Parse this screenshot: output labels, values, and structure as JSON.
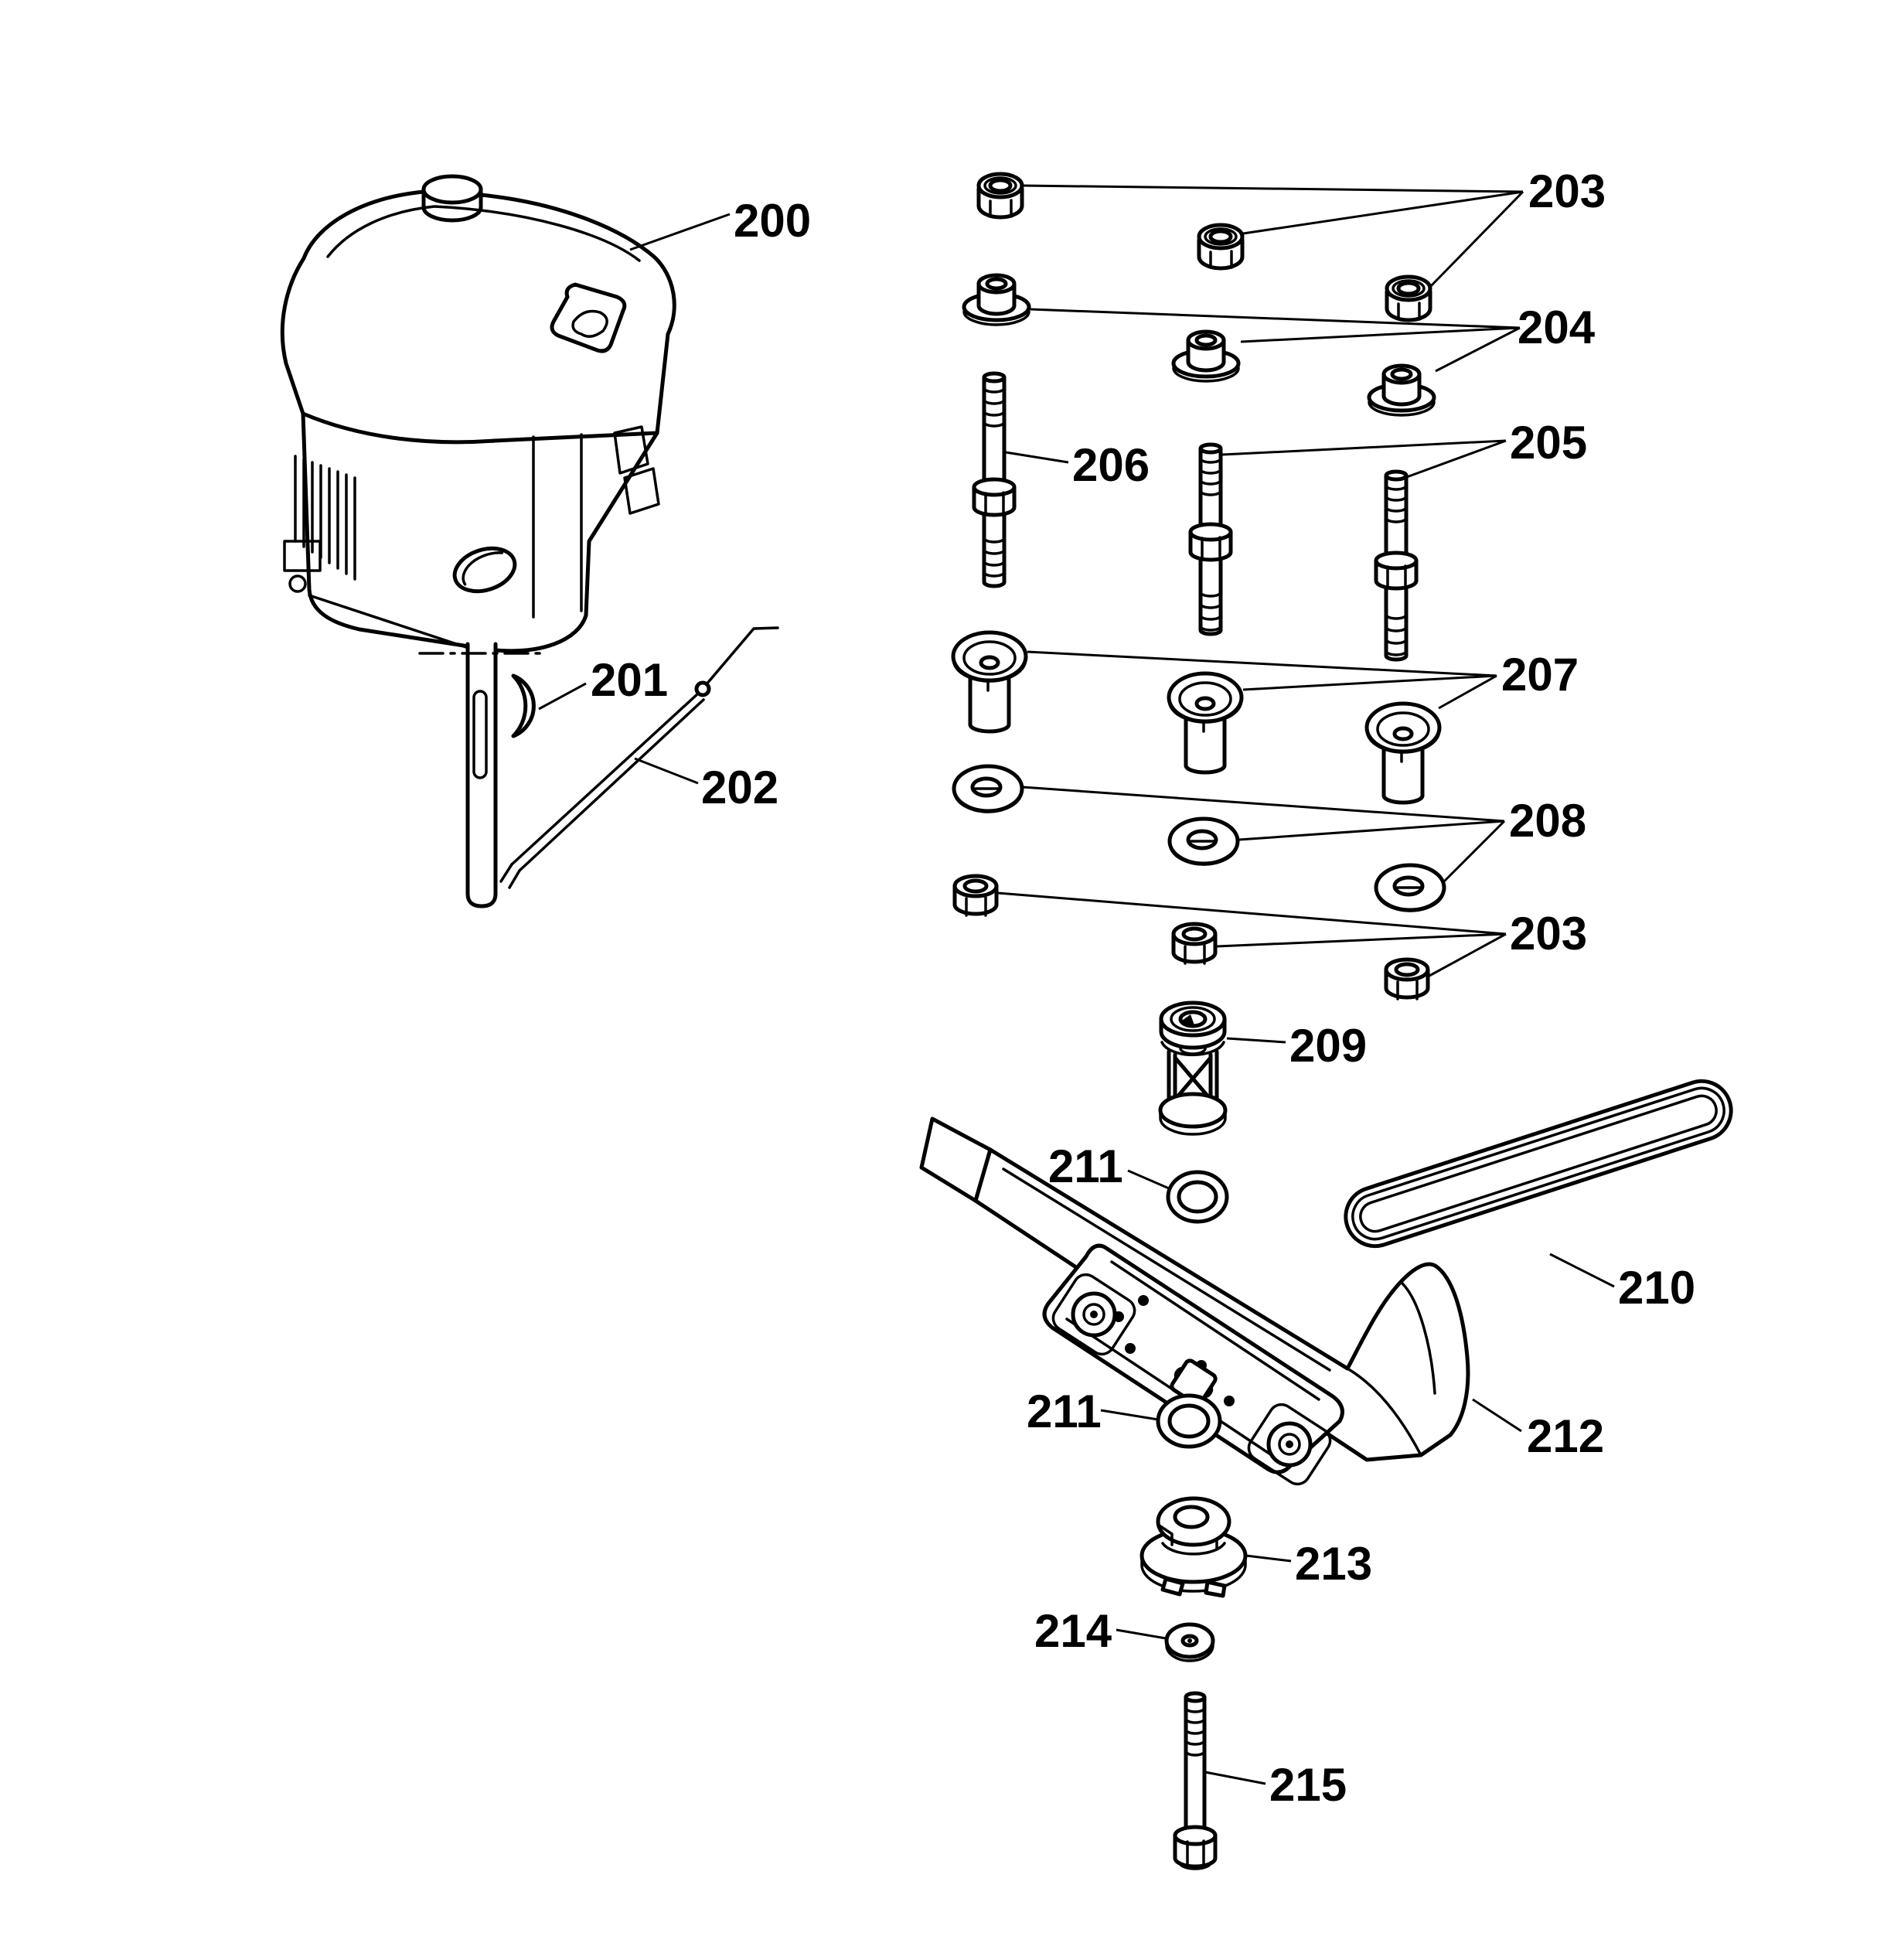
{
  "diagram": {
    "background": "#ffffff",
    "line_color": "#000000",
    "callouts": {
      "c200": {
        "label": "200"
      },
      "c201": {
        "label": "201"
      },
      "c202": {
        "label": "202"
      },
      "c203a": {
        "label": "203"
      },
      "c204": {
        "label": "204"
      },
      "c205": {
        "label": "205"
      },
      "c206": {
        "label": "206"
      },
      "c207": {
        "label": "207"
      },
      "c208": {
        "label": "208"
      },
      "c203b": {
        "label": "203"
      },
      "c209": {
        "label": "209"
      },
      "c210": {
        "label": "210"
      },
      "c211a": {
        "label": "211"
      },
      "c212": {
        "label": "212"
      },
      "c211b": {
        "label": "211"
      },
      "c213": {
        "label": "213"
      },
      "c214": {
        "label": "214"
      },
      "c215": {
        "label": "215"
      }
    }
  }
}
